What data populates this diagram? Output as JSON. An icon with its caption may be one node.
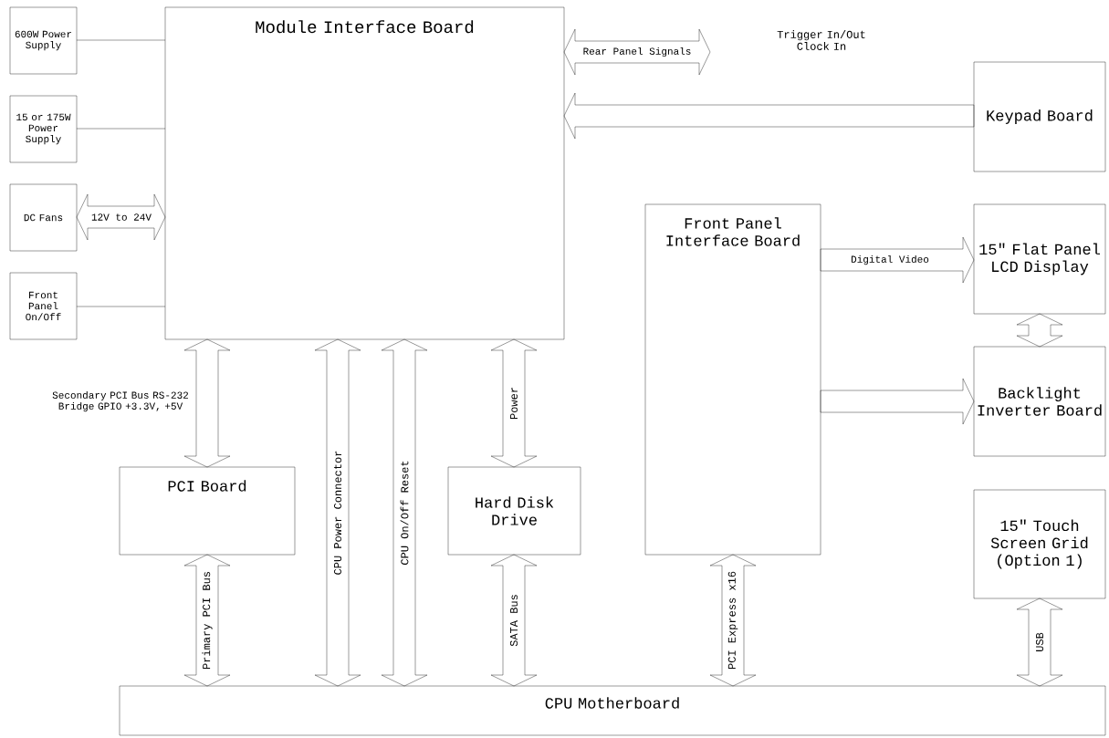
{
  "diagram": {
    "nodes": [
      {
        "text": [
          "600W Power Supply"
        ]
      },
      {
        "text": [
          "15 or 175W Power Supply"
        ]
      },
      {
        "text": [
          "DC Fans"
        ]
      },
      {
        "text": [
          "Front Panel On/Off"
        ]
      },
      {
        "text": [
          "Module Interface Board"
        ]
      },
      {
        "text": [
          "Keypad Board"
        ]
      },
      {
        "text": [
          "Front Panel Interface Board"
        ]
      },
      {
        "text": [
          "15\" Flat Panel LCD Display"
        ]
      },
      {
        "text": [
          "Backlight Inverter Board"
        ]
      },
      {
        "text": [
          "PCI Board"
        ]
      },
      {
        "text": [
          "Hard Disk Drive"
        ]
      },
      {
        "text": [
          "15\" Touch Screen Grid (Option 1)"
        ]
      },
      {
        "text": [
          "CPU Motherboard"
        ]
      }
    ],
    "edges": [
      {
        "from": 0,
        "to": 4,
        "arrow": "none"
      },
      {
        "from": 1,
        "to": 4,
        "arrow": "none"
      },
      {
        "from": 2,
        "to": 4,
        "arrow": "both",
        "label": "12V to 24V"
      },
      {
        "from": 3,
        "to": 4,
        "arrow": "none"
      },
      {
        "from": 4,
        "to": null,
        "arrow": "both",
        "label": "Rear Panel Signals"
      },
      {
        "from": 5,
        "to": 4,
        "arrow": "to"
      },
      {
        "from": 6,
        "to": 7,
        "arrow": "to",
        "label": "Digital Video"
      },
      {
        "from": 7,
        "to": 8,
        "arrow": "both"
      },
      {
        "from": 6,
        "to": 8,
        "arrow": "to"
      },
      {
        "from": 4,
        "to": 9,
        "arrow": "both",
        "label": "Secondary PCI Bus RS-232 Bridge GPIO +3.3V, +5V"
      },
      {
        "from": 9,
        "to": 12,
        "arrow": "both",
        "label": "Primary PCI Bus"
      },
      {
        "from": 4,
        "to": 12,
        "arrow": "both",
        "label": "CPU Power Connector"
      },
      {
        "from": 4,
        "to": 12,
        "arrow": "both",
        "label": "CPU On/Off Reset"
      },
      {
        "from": 4,
        "to": 10,
        "arrow": "both",
        "label": "Power"
      },
      {
        "from": 10,
        "to": 12,
        "arrow": "both",
        "label": "SATA Bus"
      },
      {
        "from": 6,
        "to": 12,
        "arrow": "both",
        "label": "PCI Express x16"
      },
      {
        "from": 11,
        "to": 12,
        "arrow": "both",
        "label": "USB"
      }
    ],
    "labels": [
      "Trigger In/Out Clock In"
    ]
  }
}
